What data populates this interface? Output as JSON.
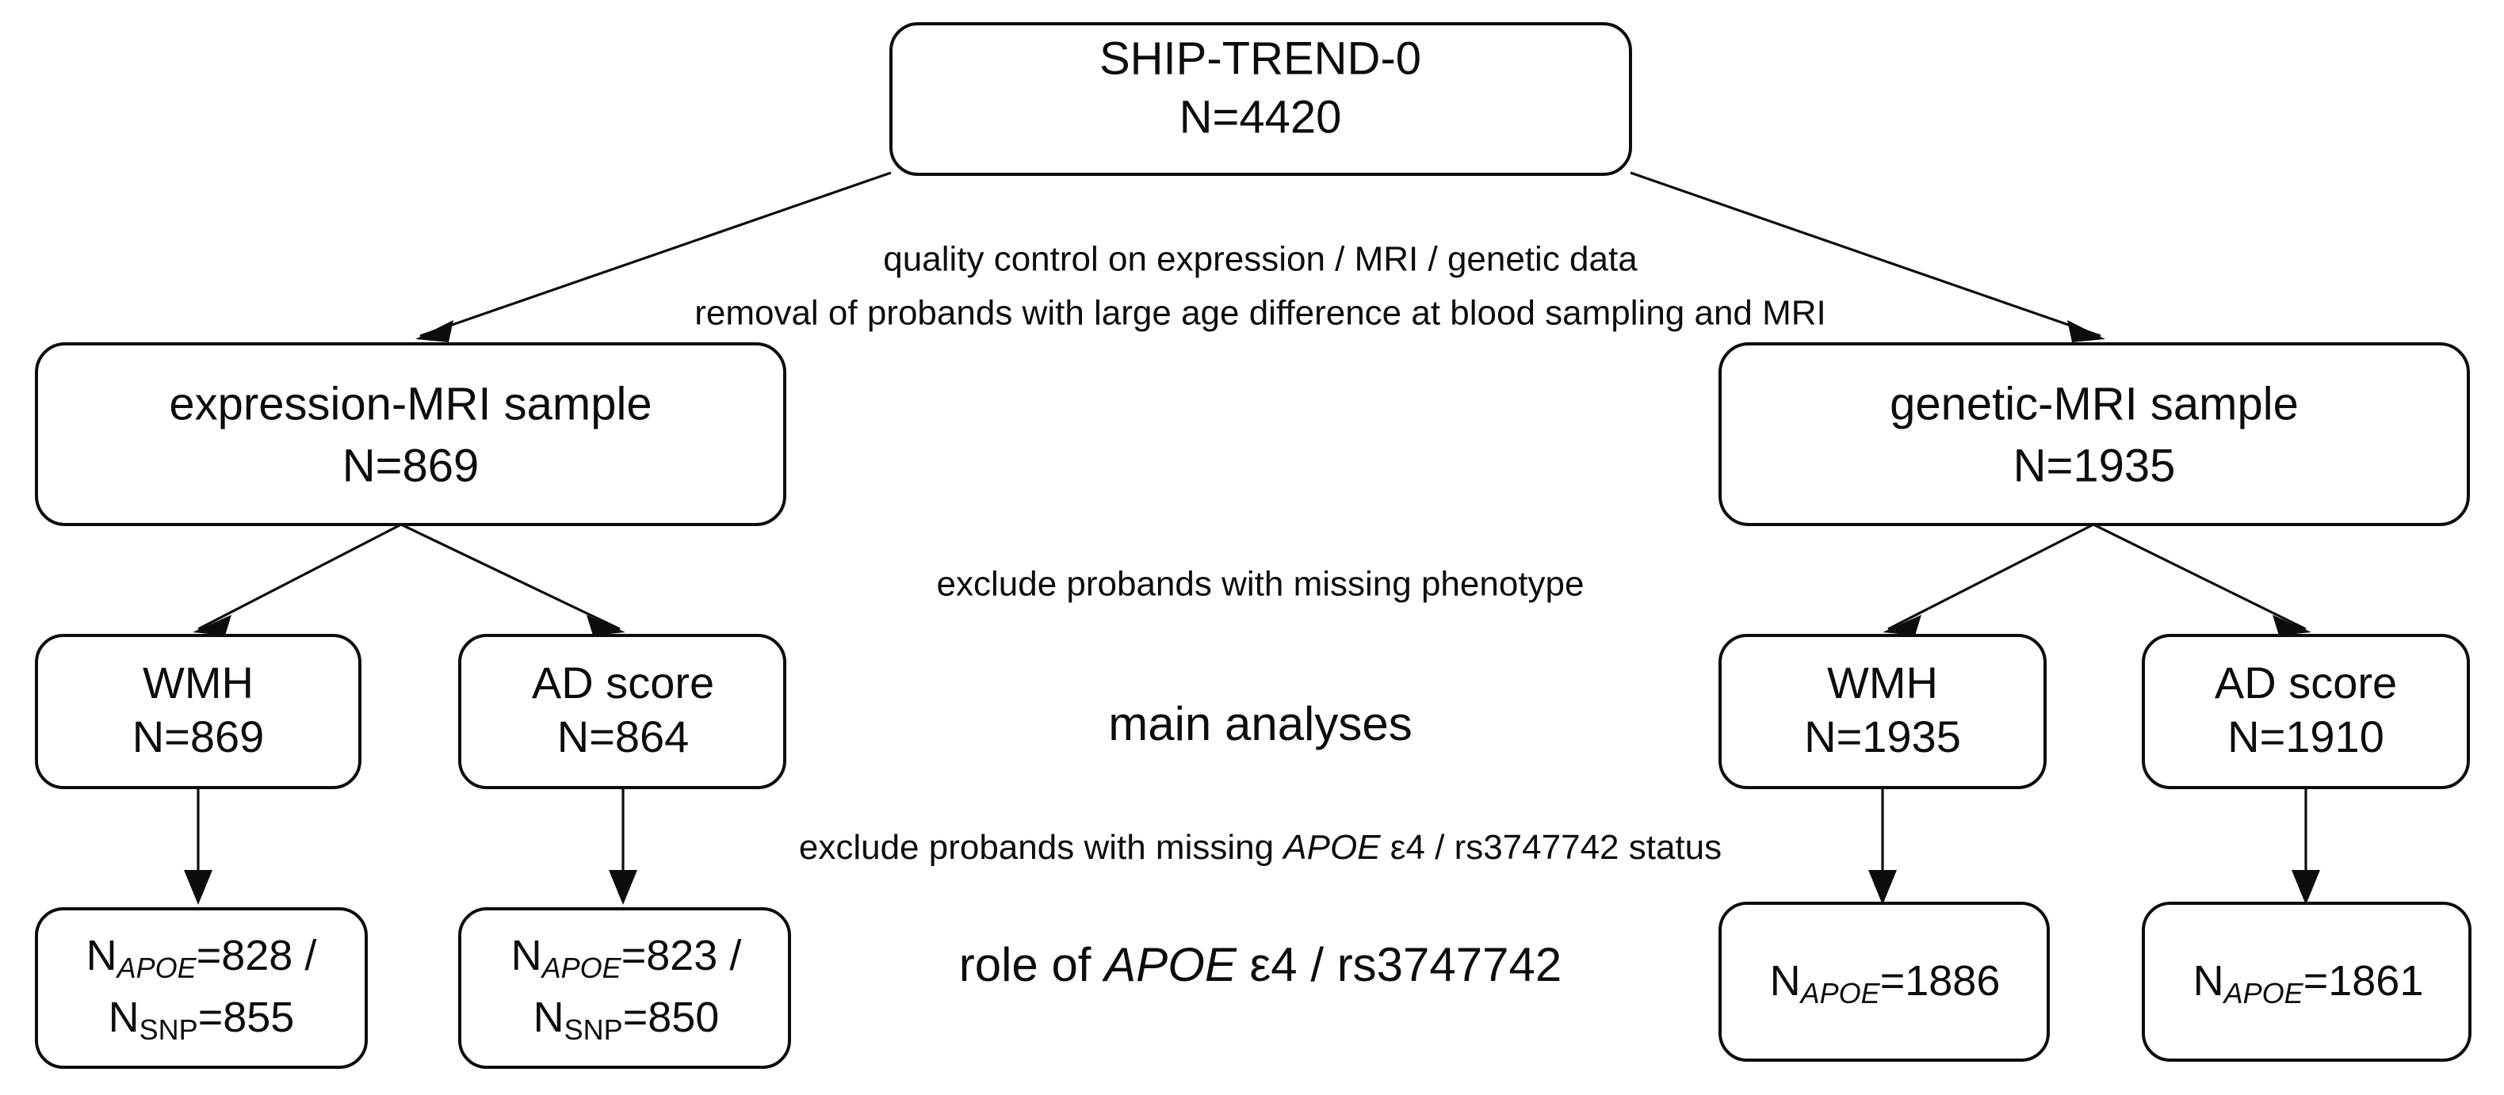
{
  "diagram": {
    "type": "flowchart",
    "title": "SHIP-TREND-0 study sample flow",
    "background_color": "#ffffff",
    "stroke_color": "#0d0d0d"
  },
  "nodes": {
    "root": {
      "line1": "SHIP-TREND-0",
      "line2": "N=4420"
    },
    "left_sample": {
      "line1": "expression-MRI sample",
      "line2": "N=869"
    },
    "right_sample": {
      "line1": "genetic-MRI sample",
      "line2": "N=1935"
    },
    "left_wmh": {
      "line1": "WMH",
      "line2": "N=869"
    },
    "left_ad": {
      "line1": "AD score",
      "line2": "N=864"
    },
    "right_wmh": {
      "line1": "WMH",
      "line2": "N=1935"
    },
    "right_ad": {
      "line1": "AD score",
      "line2": "N=1910"
    },
    "left_wmh_geno": {
      "l1_prefix": "N",
      "l1_sub": "APOE",
      "l1_value": "=828 /",
      "l2_prefix": "N",
      "l2_sub": "SNP",
      "l2_value": "=855"
    },
    "left_ad_geno": {
      "l1_prefix": "N",
      "l1_sub": "APOE",
      "l1_value": "=823 /",
      "l2_prefix": "N",
      "l2_sub": "SNP",
      "l2_value": "=850"
    },
    "right_wmh_geno": {
      "l1_prefix": "N",
      "l1_sub": "APOE",
      "l1_value": "=1886"
    },
    "right_ad_geno": {
      "l1_prefix": "N",
      "l1_sub": "APOE",
      "l1_value": "=1861"
    }
  },
  "annotations": {
    "qc_line1": "quality control on expression / MRI / genetic data",
    "qc_line2": "removal of probands with large age difference at blood sampling and MRI",
    "exclude_phenotype": "exclude probands with missing phenotype",
    "main_analyses": "main analyses",
    "exclude_status_pre": "exclude probands with missing ",
    "exclude_status_gene": "APOE",
    "exclude_status_post": " ε4 / rs3747742 status",
    "role_pre": "role of ",
    "role_gene": "APOE",
    "role_post": " ε4 / rs3747742"
  }
}
